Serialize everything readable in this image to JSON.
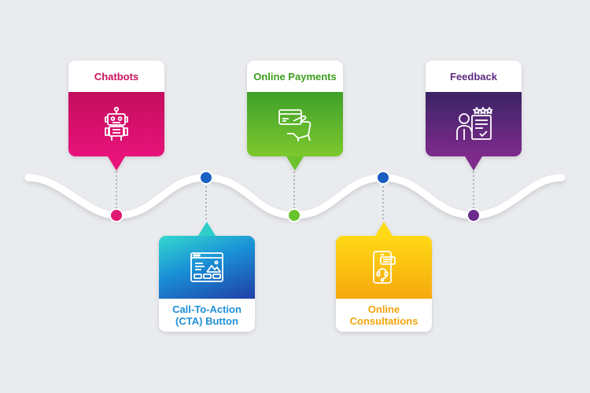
{
  "steps": [
    {
      "label": "Chatbots",
      "color": "#c8125e",
      "icon": "robot-icon"
    },
    {
      "label": "Call-To-Action (CTA) Button",
      "color": "#1f8fd8",
      "icon": "browser-window-icon"
    },
    {
      "label": "Online Payments",
      "color": "#53b428",
      "icon": "card-payment-icon"
    },
    {
      "label": "Online Consultations",
      "color": "#f2a40c",
      "icon": "phone-chat-icon"
    },
    {
      "label": "Feedback",
      "color": "#6b2a8c",
      "icon": "rating-review-icon"
    }
  ]
}
